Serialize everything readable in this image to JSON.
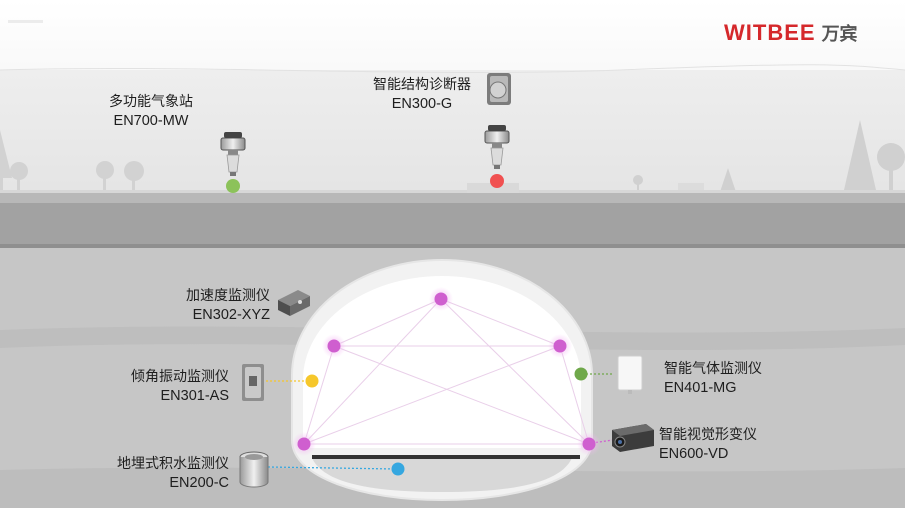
{
  "brand": {
    "name": "WITBEE",
    "name_cn": "万宾",
    "color": "#d5282b"
  },
  "colors": {
    "sky_top": "#f4f4f4",
    "ground": "#b5b5b5",
    "road": "#9d9d9d",
    "soil": "#c4c4c4",
    "tunnel_inner": "#ffffff",
    "dot_pink": "#cf5fcf",
    "dot_green": "#8cc25a",
    "dot_red": "#f05050",
    "dot_yellow": "#f6c72b",
    "dot_blue": "#35a7e0",
    "dot_olive": "#6fa84a"
  },
  "devices": [
    {
      "id": "weather",
      "name": "多功能气象站",
      "model": "EN700-MW",
      "icon": "weather-station-icon",
      "dot": "green"
    },
    {
      "id": "structure",
      "name": "智能结构诊断器",
      "model": "EN300-G",
      "icon": "structure-diagnostic-icon",
      "dot": "red"
    },
    {
      "id": "accel",
      "name": "加速度监测仪",
      "model": "EN302-XYZ",
      "icon": "accelerometer-icon",
      "dot": "pink"
    },
    {
      "id": "tilt",
      "name": "倾角振动监测仪",
      "model": "EN301-AS",
      "icon": "tilt-sensor-icon",
      "dot": "yellow"
    },
    {
      "id": "water",
      "name": "地埋式积水监测仪",
      "model": "EN200-C",
      "icon": "water-sensor-icon",
      "dot": "blue"
    },
    {
      "id": "gas",
      "name": "智能气体监测仪",
      "model": "EN401-MG",
      "icon": "gas-monitor-icon",
      "dot": "olive"
    },
    {
      "id": "vision",
      "name": "智能视觉形变仪",
      "model": "EN600-VD",
      "icon": "vision-camera-icon",
      "dot": "pink"
    }
  ]
}
